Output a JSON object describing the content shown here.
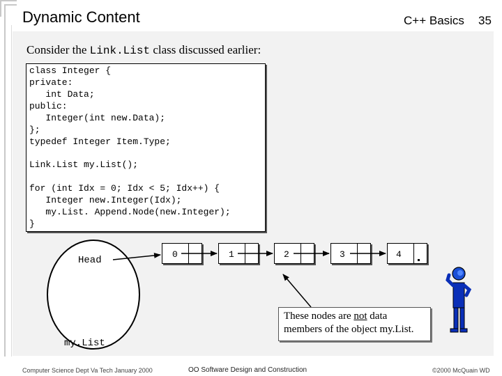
{
  "header": {
    "title": "Dynamic Content",
    "course": "C++ Basics",
    "slide_number": "35"
  },
  "intro": {
    "before": "Consider the ",
    "code": "Link.List",
    "after": " class discussed earlier:"
  },
  "code_lines": [
    "class Integer {",
    "private:",
    "   int Data;",
    "public:",
    "   Integer(int new.Data);",
    "};",
    "typedef Integer Item.Type;",
    "Link.List my.List();",
    "for (int Idx = 0; Idx < 5; Idx++) {",
    "   Integer new.Integer(Idx);",
    "   my.List. Append.Node(new.Integer);",
    "}"
  ],
  "diagram": {
    "head_label": "Head",
    "list_label": "my.List",
    "nodes": [
      "0",
      "1",
      "2",
      "3",
      "4"
    ],
    "note": {
      "line1_before": "These nodes are ",
      "line1_underlined": "not",
      "line1_after": " data",
      "line2": "members of the object my.List."
    }
  },
  "footer": {
    "left": "Computer Science Dept Va Tech January 2000",
    "center": "OO Software Design and Construction",
    "right": "©2000  McQuain WD"
  }
}
